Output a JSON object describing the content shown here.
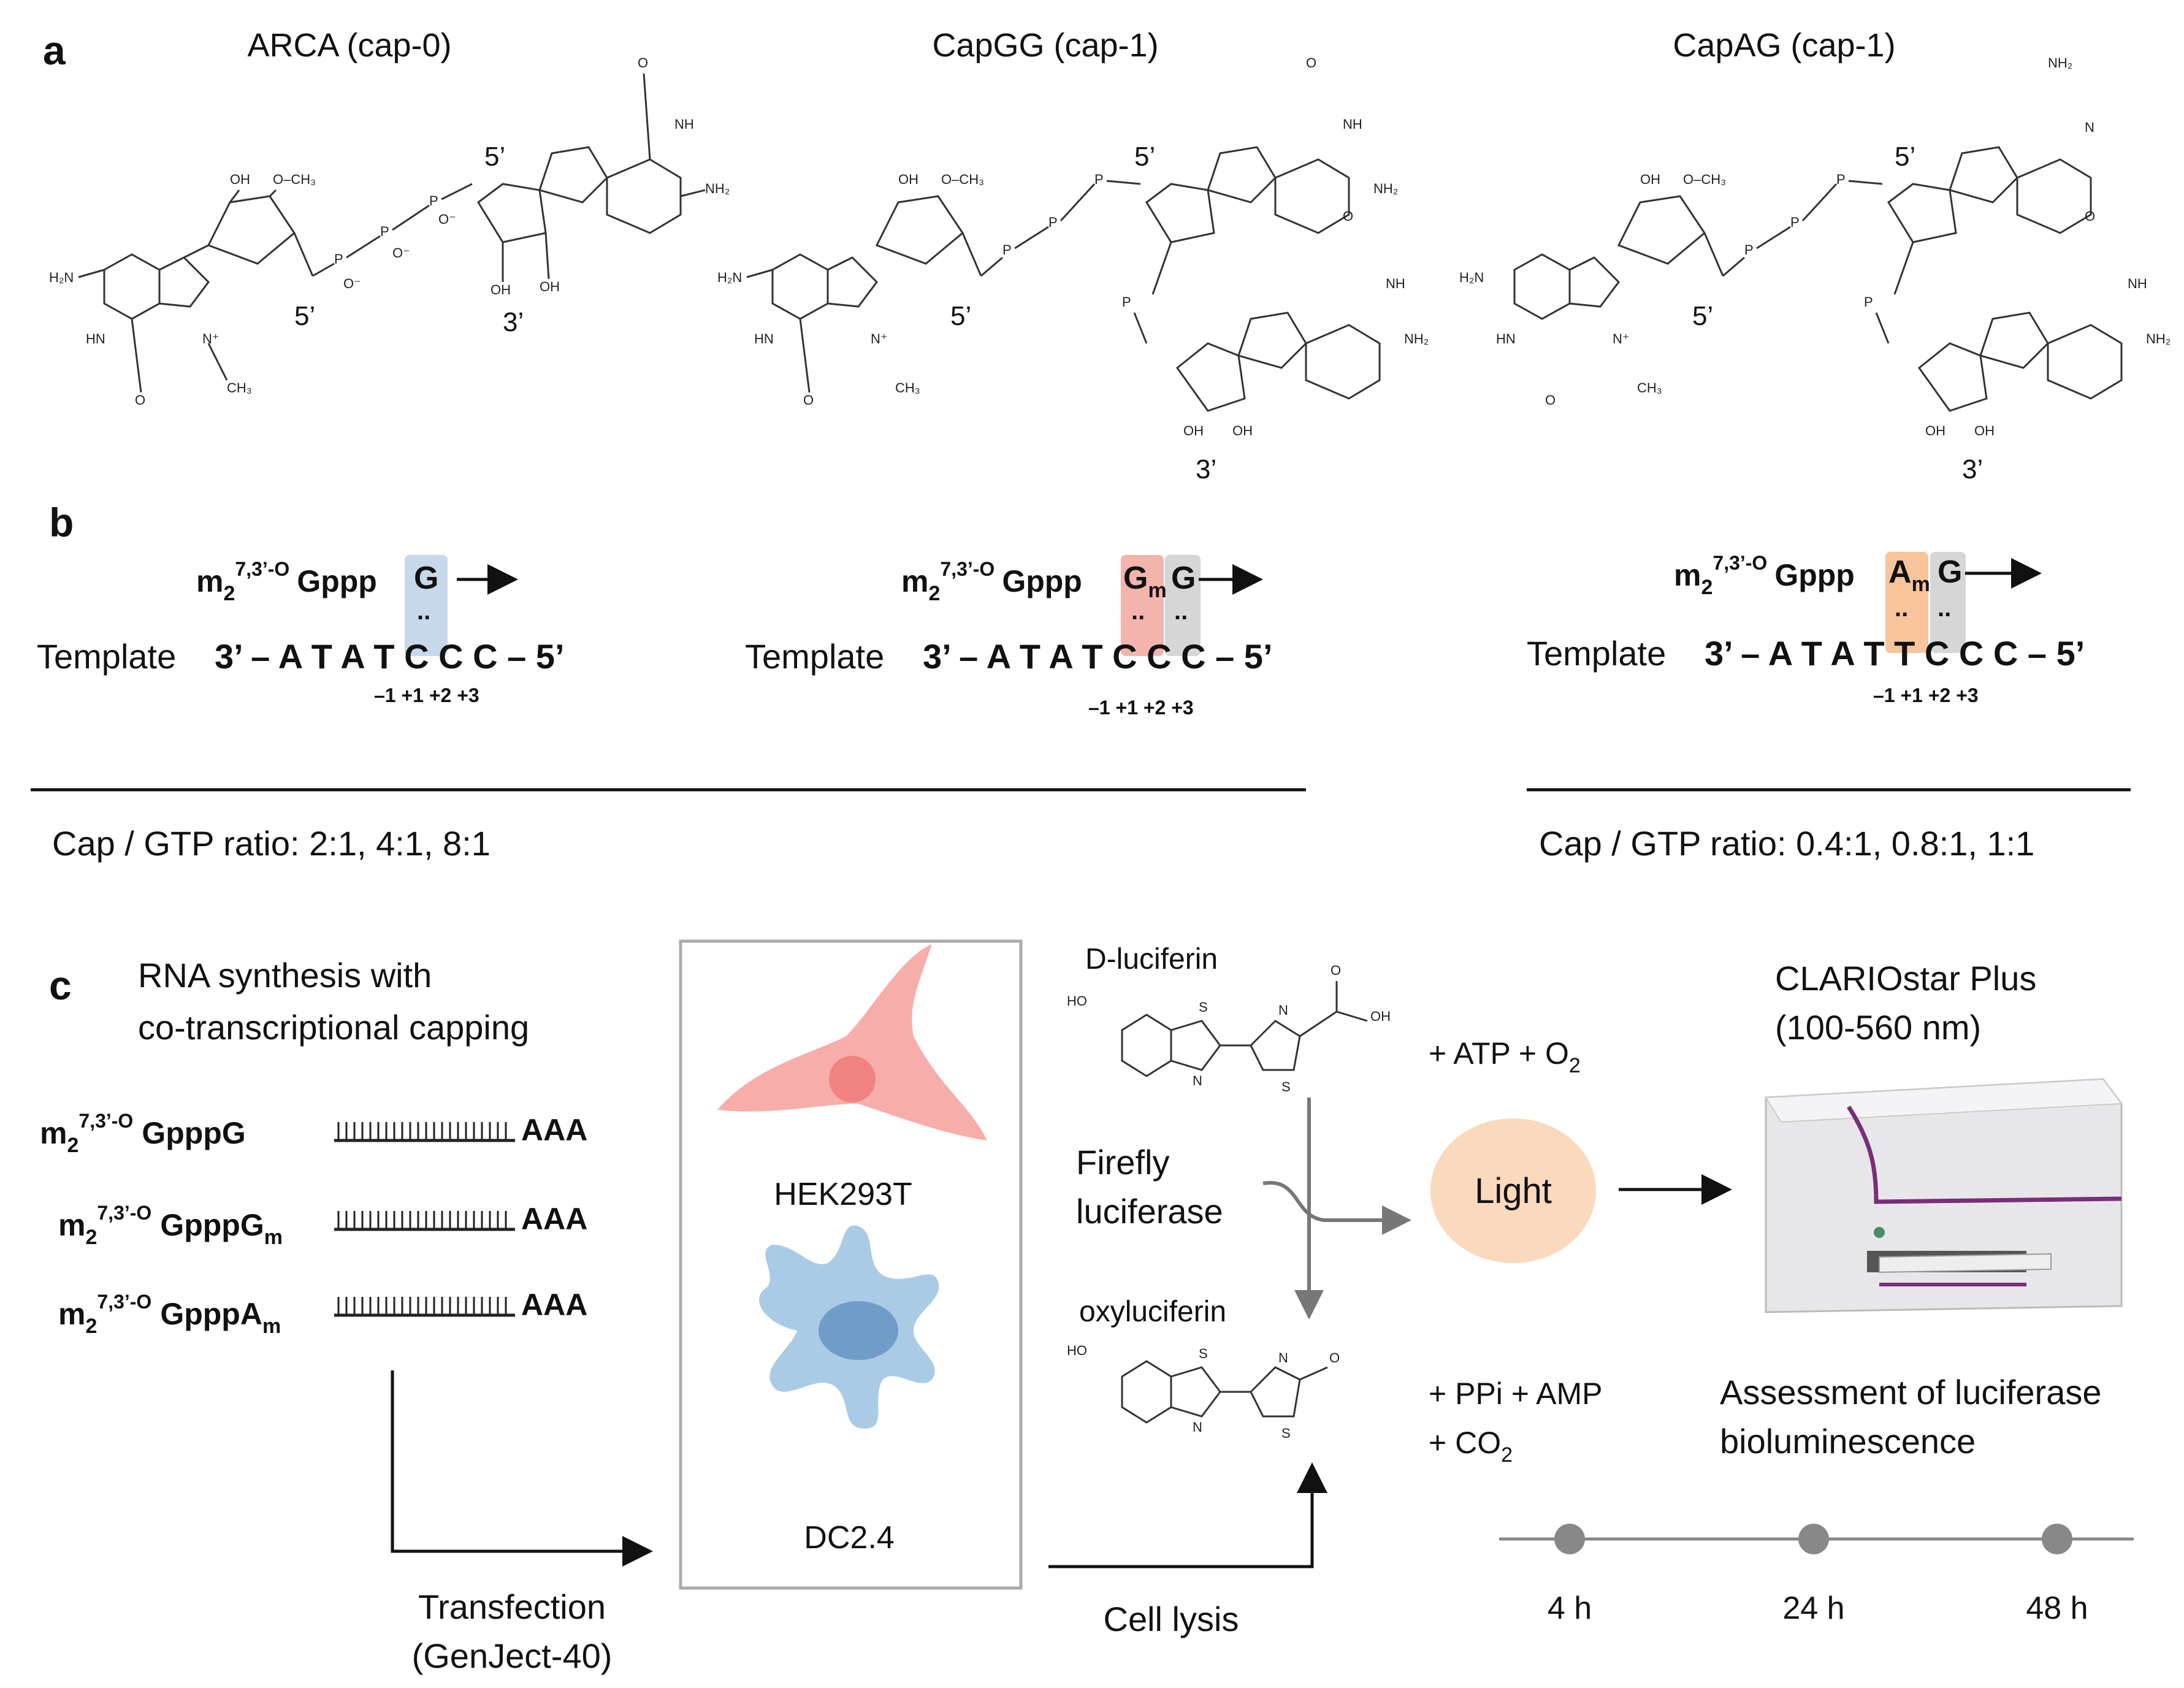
{
  "panels": {
    "a": "a",
    "b": "b",
    "c": "c"
  },
  "panel_a": {
    "caps": [
      {
        "title": "ARCA (cap-0)",
        "labels": {
          "five_left": "5’",
          "five_right": "5’",
          "three": "3’"
        },
        "atoms": {
          "oh": "OH",
          "och3": "O–CH₃",
          "nh": "NH",
          "nh2": "NH₂",
          "ch3": "CH₃",
          "n_plus": "N⁺",
          "o": "O",
          "p": "P",
          "o_minus": "O⁻",
          "n": "N",
          "h2n": "H₂N",
          "hn": "HN"
        }
      },
      {
        "title": "CapGG (cap-1)",
        "labels": {
          "five_left": "5’",
          "five_right": "5’",
          "three": "3’"
        }
      },
      {
        "title": "CapAG (cap-1)",
        "labels": {
          "five_left": "5’",
          "five_right": "5’",
          "three": "3’"
        }
      }
    ]
  },
  "panel_b": {
    "cap_prefix": "m",
    "cap_sub": "2",
    "cap_sup": "7,3’-O",
    "gppp": "Gppp",
    "schemes": [
      {
        "nucleotides": [
          {
            "base": "G",
            "sub": "",
            "color": "#c6d8ea"
          }
        ],
        "template_label": "Template",
        "template_seq": "3’ – A T A T C C C – 5’",
        "positions": "–1 +1 +2 +3",
        "pair_dots": ".."
      },
      {
        "nucleotides": [
          {
            "base": "G",
            "sub": "m",
            "color": "#f3b4ad"
          },
          {
            "base": "G",
            "sub": "",
            "color": "#d6d6d6"
          }
        ],
        "template_label": "Template",
        "template_seq": "3’ – A T A T C C C – 5’",
        "positions": "–1 +1 +2 +3",
        "pair_dots": ".."
      },
      {
        "nucleotides": [
          {
            "base": "A",
            "sub": "m",
            "color": "#f7c49c"
          },
          {
            "base": "G",
            "sub": "",
            "color": "#d6d6d6"
          }
        ],
        "template_label": "Template",
        "template_seq": "3’ – A T A T T C C C – 5’",
        "positions": "–1 +1 +2 +3",
        "pair_dots": ".."
      }
    ],
    "ratio_left": "Cap / GTP ratio: 2:1, 4:1, 8:1",
    "ratio_right": "Cap / GTP ratio: 0.4:1, 0.8:1, 1:1"
  },
  "panel_c": {
    "synthesis_title_1": "RNA synthesis with",
    "synthesis_title_2": "co-transcriptional capping",
    "mrnas": [
      {
        "cap": "GpppG",
        "cap_sub": "",
        "tail": "AAA"
      },
      {
        "cap": "GpppG",
        "cap_sub": "m",
        "tail": "AAA"
      },
      {
        "cap": "GpppA",
        "cap_sub": "m",
        "tail": "AAA"
      }
    ],
    "transfection_1": "Transfection",
    "transfection_2": "(GenJect-40)",
    "cell_1": "HEK293T",
    "cell_2": "DC2.4",
    "lysis": "Cell lysis",
    "d_luciferin": "D-luciferin",
    "atp_o2": "+ ATP + O",
    "atp_o2_sub": "2",
    "firefly_1": "Firefly",
    "firefly_2": "luciferase",
    "light": "Light",
    "oxyluciferin": "oxyluciferin",
    "ppi_amp": "+ PPi + AMP",
    "co2": "+ CO",
    "co2_sub": "2",
    "instrument_1": "CLARIOstar Plus",
    "instrument_2": "(100-560 nm)",
    "assessment_1": "Assessment of luciferase",
    "assessment_2": "bioluminescence",
    "timepoints": [
      "4 h",
      "24 h",
      "48 h"
    ],
    "atoms": {
      "ho": "HO",
      "s": "S",
      "n": "N",
      "oh": "OH",
      "o": "O"
    }
  },
  "colors": {
    "blue_box": "#c6d8ea",
    "pink_box": "#f3b4ad",
    "orange_box": "#f7c49c",
    "gray_box": "#d6d6d6",
    "light_ellipse": "#fbd9bc",
    "hek_cell": "#f6a4a1",
    "dc_cell": "#a9cbe6"
  }
}
